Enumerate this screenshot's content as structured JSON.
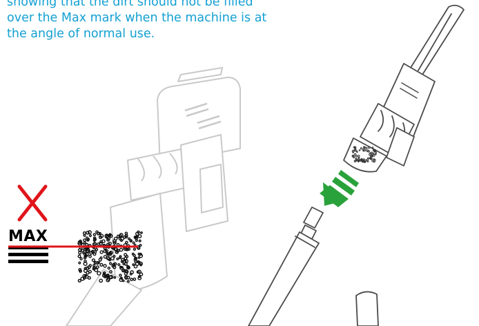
{
  "caption": {
    "line1": "showing that the dirt should not be filled",
    "line2": "over the Max mark when the machine is at",
    "line3": "the angle of normal use."
  },
  "max_mark": {
    "label": "MAX"
  },
  "colors": {
    "caption": "#14a0d2",
    "cross": "#e0151b",
    "max_line": "#e0151b",
    "arrow": "#2aa23b",
    "outline": "#4a4a4a",
    "faded_outline": "#c8c8c8"
  },
  "icons": {
    "cross": "x-mark-icon",
    "arrow": "release-arrow-icon"
  }
}
